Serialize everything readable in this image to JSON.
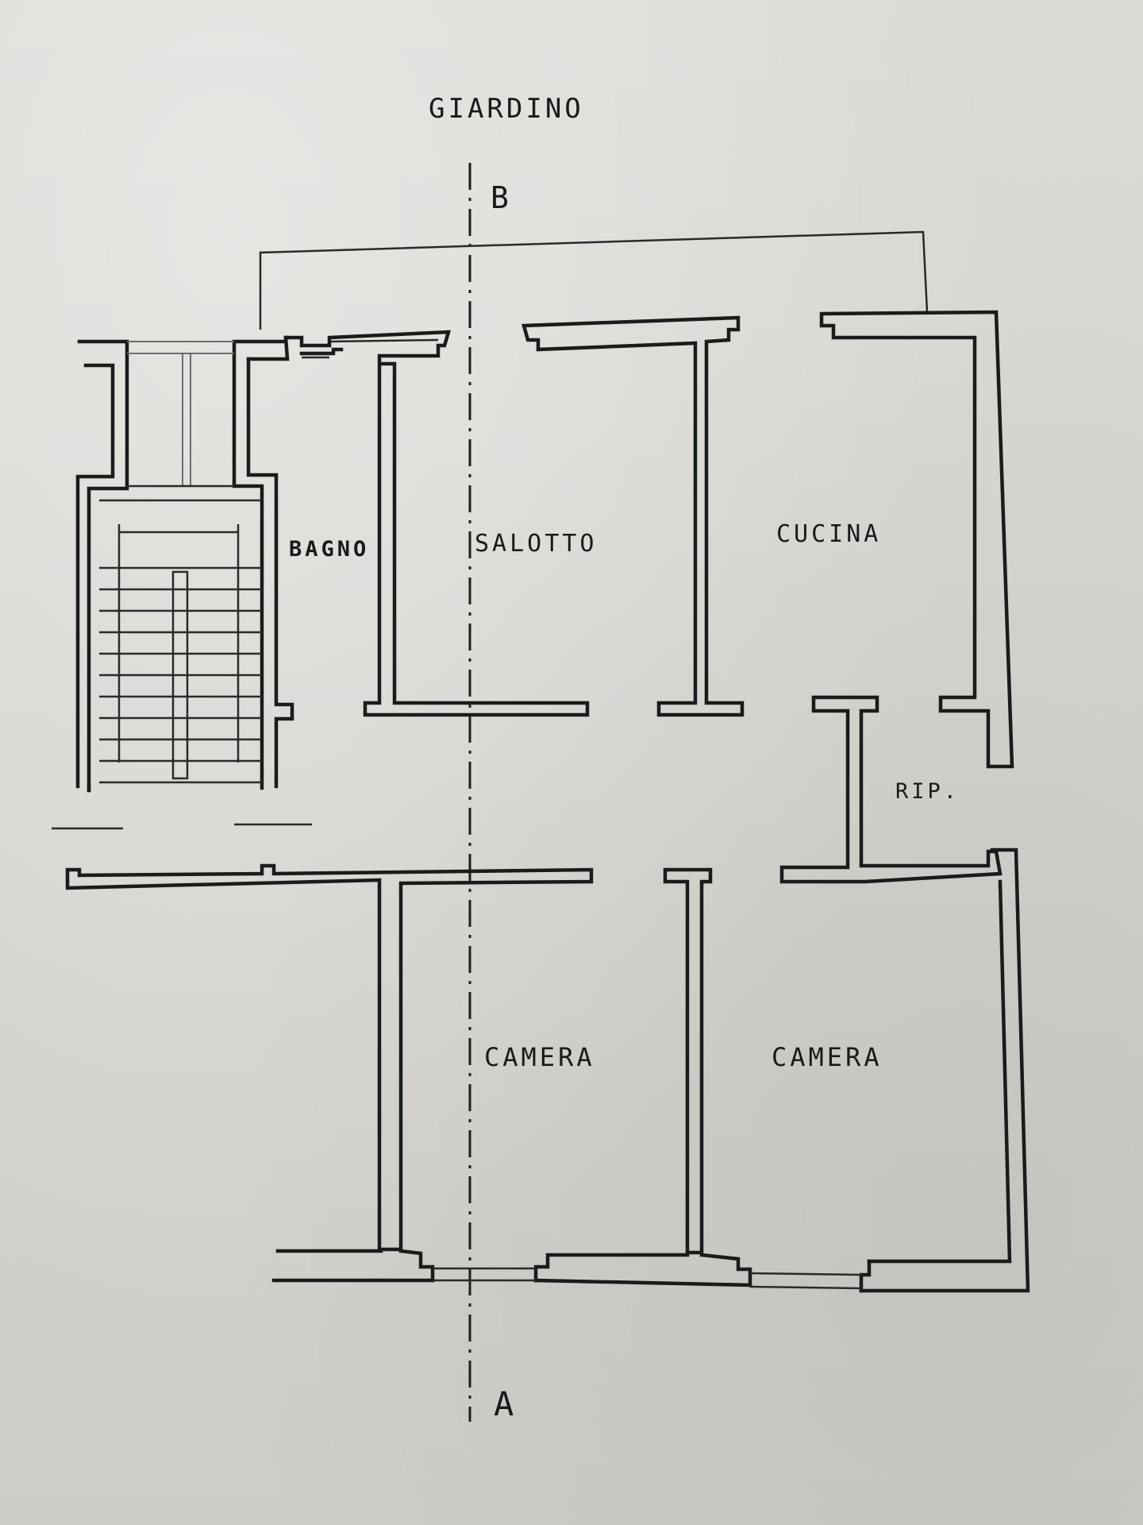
{
  "labels": {
    "garden": "GIARDINO",
    "bathroom": "BAGNO",
    "living_room": "SALOTTO",
    "kitchen": "CUCINA",
    "storage": "RIP.",
    "bedroom_left": "CAMERA",
    "bedroom_right": "CAMERA",
    "section_top": "B",
    "section_bottom": "A"
  },
  "colors": {
    "paper": "#d8d6d2",
    "ink": "#1b1b1b"
  }
}
